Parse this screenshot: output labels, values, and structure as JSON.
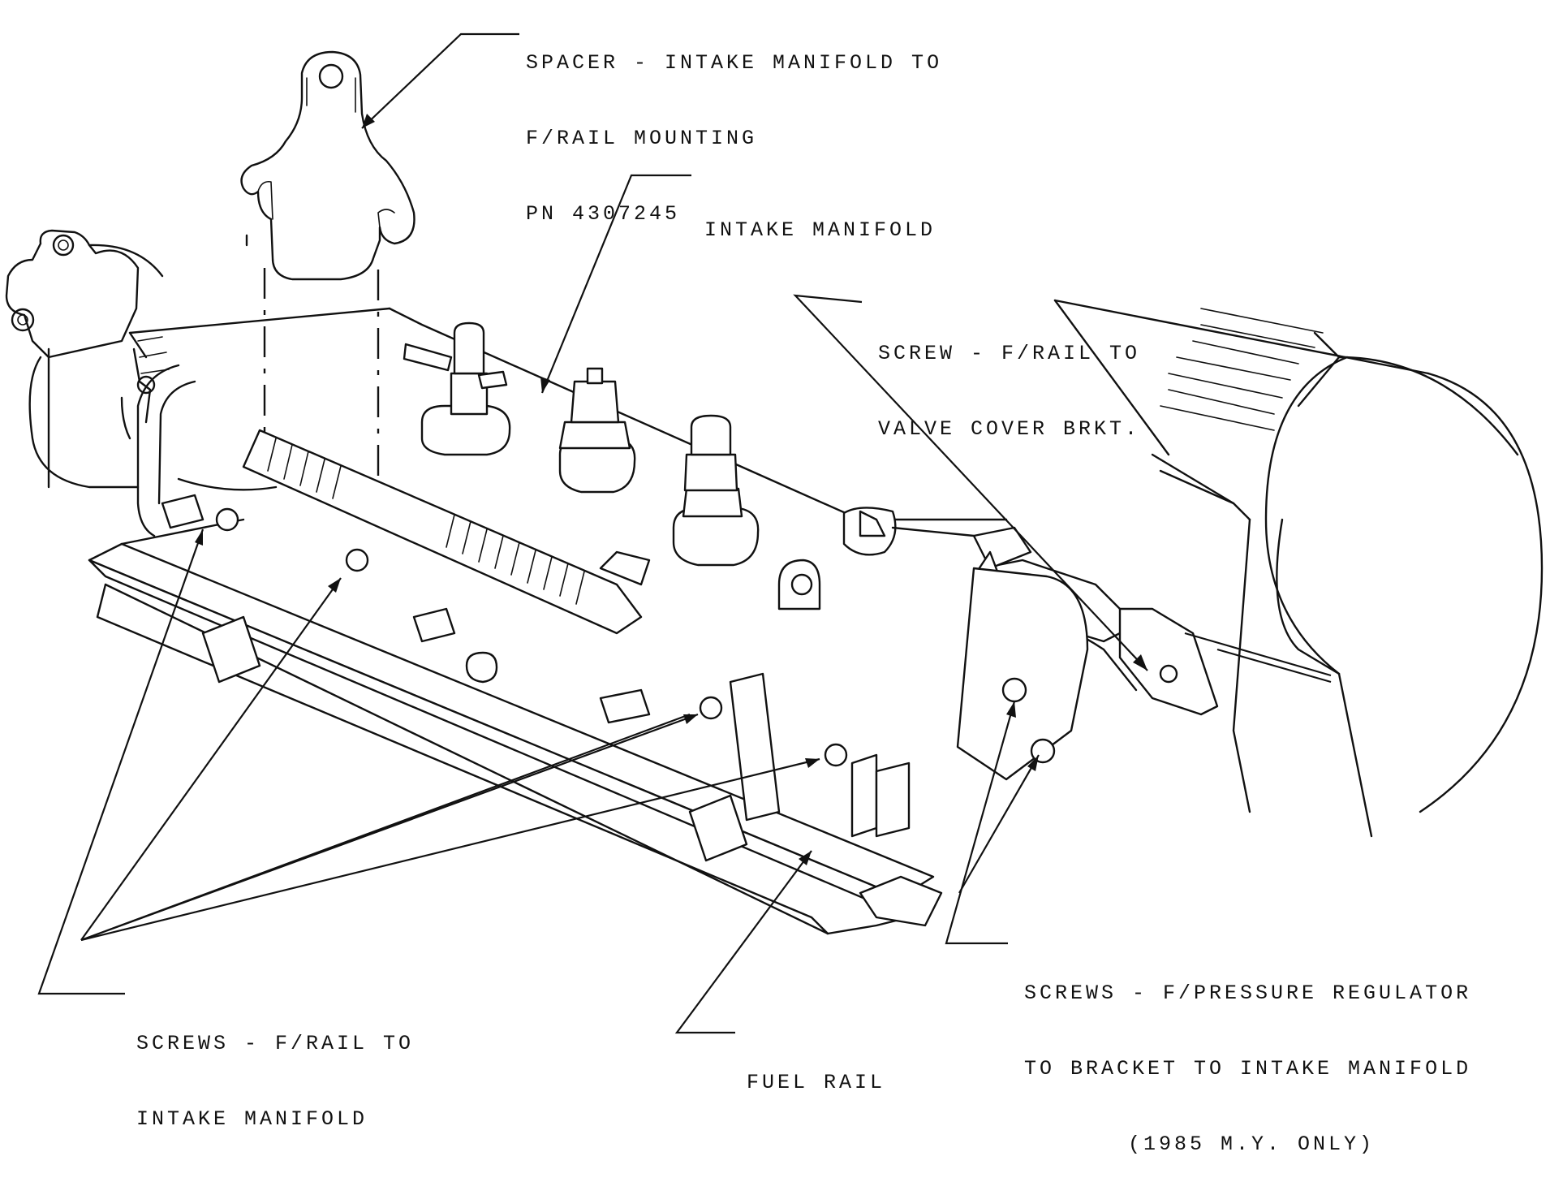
{
  "labels": {
    "spacer": {
      "line1": "SPACER - INTAKE MANIFOLD TO",
      "line2": "F/RAIL MOUNTING",
      "line3": "PN 4307245"
    },
    "intake_manifold": {
      "line1": "INTAKE MANIFOLD"
    },
    "screw_valve_cover": {
      "line1": "SCREW - F/RAIL TO",
      "line2": "VALVE COVER BRKT."
    },
    "screws_rail_manifold": {
      "line1": "SCREWS - F/RAIL TO",
      "line2": "INTAKE MANIFOLD"
    },
    "fuel_rail": {
      "line1": "FUEL RAIL"
    },
    "screws_pressure_regulator": {
      "line1": "SCREWS - F/PRESSURE REGULATOR",
      "line2": "TO BRACKET TO INTAKE MANIFOLD",
      "line3": "(1985 M.Y. ONLY)"
    }
  },
  "colors": {
    "ink": "#111111",
    "paper": "#ffffff"
  }
}
